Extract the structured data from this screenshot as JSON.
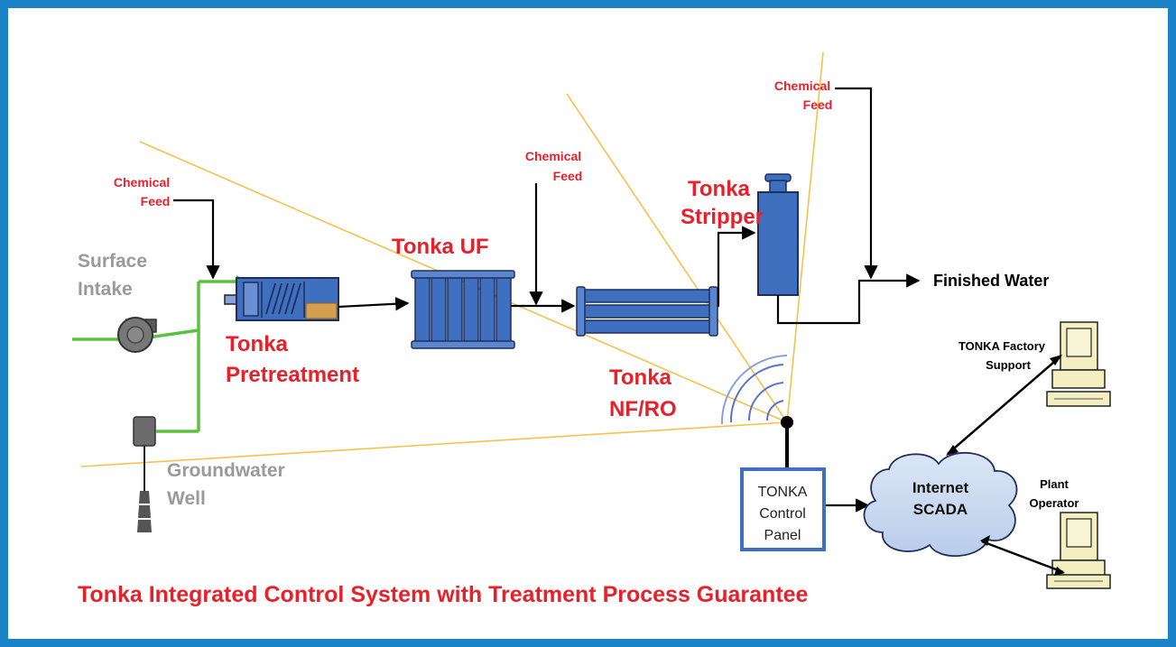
{
  "labels": {
    "chem_feed_1_line1": "Chemical",
    "chem_feed_1_line2": "Feed",
    "chem_feed_2_line1": "Chemical",
    "chem_feed_2_line2": "Feed",
    "chem_feed_3_line1": "Chemical",
    "chem_feed_3_line2": "Feed",
    "surface_intake_line1": "Surface",
    "surface_intake_line2": "Intake",
    "groundwater_well_line1": "Groundwater",
    "groundwater_well_line2": "Well",
    "pretreatment_line1": "Tonka",
    "pretreatment_line2": "Pretreatment",
    "uf": "Tonka UF",
    "nfro_line1": "Tonka",
    "nfro_line2": "NF/RO",
    "stripper_line1": "Tonka",
    "stripper_line2": "Stripper",
    "finished_water": "Finished Water",
    "factory_support_line1": "TONKA Factory",
    "factory_support_line2": "Support",
    "plant_operator_line1": "Plant",
    "plant_operator_line2": "Operator",
    "control_panel_line1": "TONKA",
    "control_panel_line2": "Control",
    "control_panel_line3": "Panel",
    "cloud_line1": "Internet",
    "cloud_line2": "SCADA"
  },
  "title": "Tonka Integrated Control System with Treatment Process Guarantee",
  "colors": {
    "frame": "#1a82c6",
    "red_label": "#e8202a",
    "gray_label": "#9a9a9a",
    "green_pipe": "#5cc13f",
    "equipment_blue": "#3f6fbf",
    "beam": "#f5c24a",
    "cloud": "#c9d9f0",
    "computer": "#f3efc0"
  }
}
